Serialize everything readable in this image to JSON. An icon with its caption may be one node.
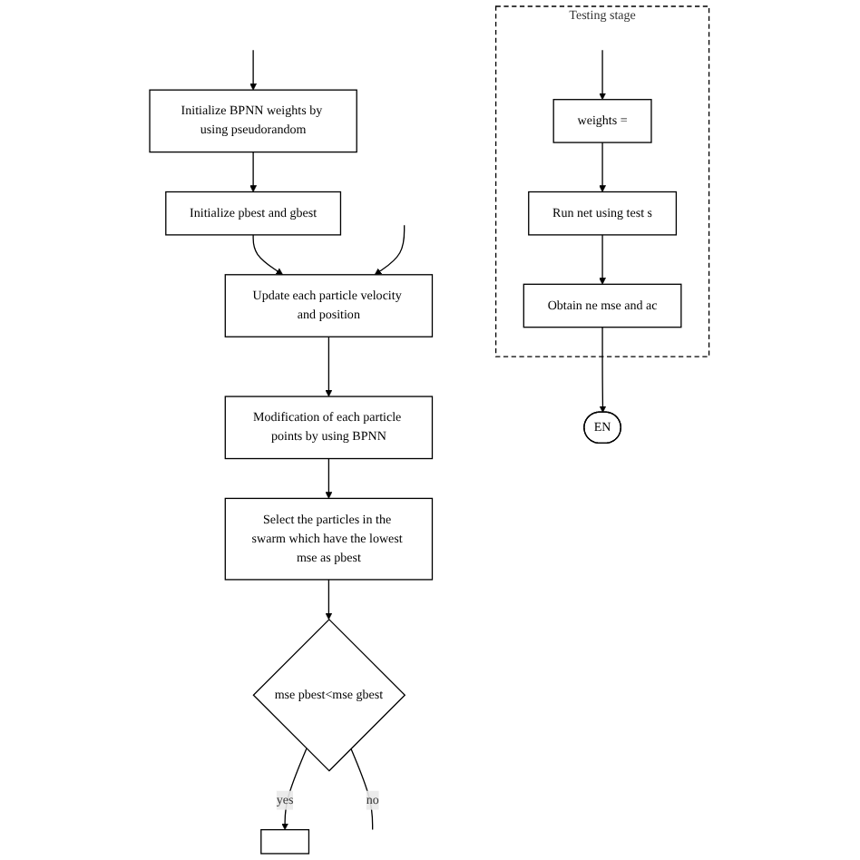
{
  "diagram": {
    "nodes": [
      {
        "text": [
          "Initialize BPNN weights by using pseudorandom"
        ]
      },
      {
        "text": [
          "Initialize pbest and gbest"
        ]
      },
      {
        "text": [
          "Update each particle velocity and position"
        ]
      },
      {
        "text": [
          "Modification of each particle points by using BPNN"
        ]
      },
      {
        "text": [
          "Select the particles in the swarm which have the lowest mse as pbest"
        ]
      },
      {
        "text": [
          "mse pbest<mse gbest"
        ]
      },
      {
        "text": [],
        "shape": "box"
      },
      {
        "text": [
          "Testing stage"
        ]
      },
      {
        "text": [
          "weights ="
        ],
        "in": 7
      },
      {
        "text": [
          "Run net using test s"
        ],
        "in": 7
      },
      {
        "text": [
          "Obtain ne mse and ac"
        ],
        "in": 7
      },
      {
        "text": [
          "EN"
        ]
      }
    ],
    "edges": [
      {
        "from": null,
        "to": 0,
        "arrow": "to"
      },
      {
        "from": 0,
        "to": 1,
        "arrow": "to"
      },
      {
        "from": 1,
        "to": 2,
        "arrow": "to"
      },
      {
        "from": null,
        "to": 2,
        "arrow": "to"
      },
      {
        "from": 2,
        "to": 3,
        "arrow": "to"
      },
      {
        "from": 3,
        "to": 4,
        "arrow": "to"
      },
      {
        "from": 4,
        "to": 5,
        "arrow": "to"
      },
      {
        "from": 5,
        "to": 6,
        "arrow": "to",
        "label": "yes"
      },
      {
        "from": 5,
        "to": null,
        "arrow": "none",
        "label": "no"
      },
      {
        "from": null,
        "to": 8,
        "arrow": "to"
      },
      {
        "from": 8,
        "to": 9,
        "arrow": "to"
      },
      {
        "from": 9,
        "to": 10,
        "arrow": "to"
      },
      {
        "from": 10,
        "to": 11,
        "arrow": "to"
      }
    ]
  }
}
